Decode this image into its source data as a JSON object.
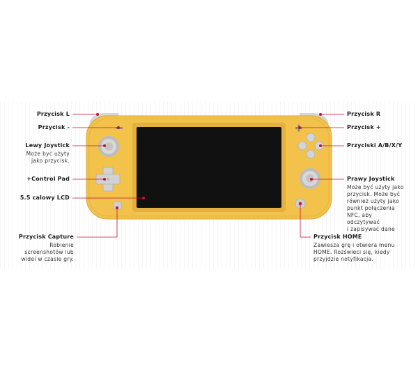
{
  "labels": {
    "l_button": "Przycisk L",
    "minus_button": "Przycisk -",
    "left_stick": "Lewy Joystick",
    "left_stick_desc": [
      "Może być użyty",
      "jako przycisk."
    ],
    "control_pad": "+Control Pad",
    "lcd": "5.5 calowy LCD",
    "capture": "Przycisk Capture",
    "capture_desc": [
      "Robienie",
      "screenshotów lub",
      "wideí w czasie gry."
    ],
    "r_button": "Przycisk R",
    "plus_button": "Przycisk +",
    "abxy": "Przyciski A/B/X/Y",
    "right_stick": "Prawy Joystick",
    "right_stick_desc": [
      "Może być użyty jako",
      "przycisk. Może być",
      "również użyty jako",
      "punkt połączenia",
      "NFC, aby",
      "odczytywać",
      "i zapisywać dane"
    ],
    "home": "Przycisk HOME",
    "home_desc": [
      "Zawiesza grę i otwiera menu",
      "HOME. Rozświeci się, kiedy",
      "przyjdzie notyfikacja."
    ]
  },
  "colors": {
    "body": "#f2c24a",
    "body_edge": "#d9a63a",
    "screen": "#111111",
    "leader": "#c8102e"
  }
}
